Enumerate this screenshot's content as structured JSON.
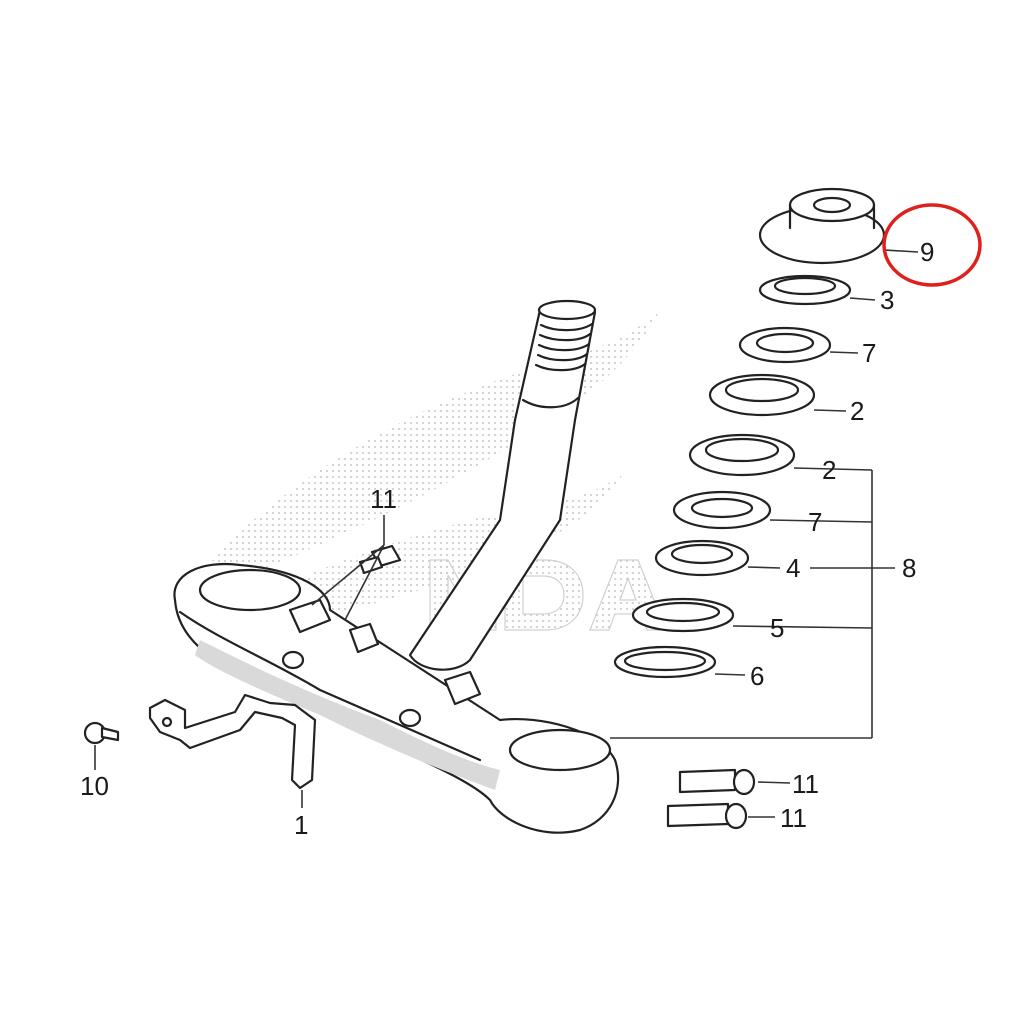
{
  "diagram": {
    "callouts": {
      "c1": "1",
      "c2a": "2",
      "c2b": "2",
      "c3": "3",
      "c4": "4",
      "c5": "5",
      "c6": "6",
      "c7a": "7",
      "c7b": "7",
      "c8": "8",
      "c9": "9",
      "c10": "10",
      "c11a": "11",
      "c11b": "11",
      "c11c": "11"
    },
    "watermark_text": "HONDA",
    "highlight_color": "#e0201b",
    "line_color": "#222222"
  }
}
